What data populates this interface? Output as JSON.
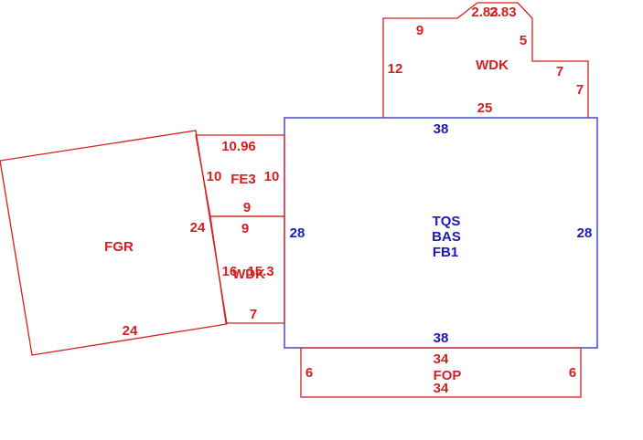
{
  "colors": {
    "red": "#d42020",
    "blue": "#1a1ab4"
  },
  "areas": {
    "main": {
      "lines": [
        "TQS",
        "BAS",
        "FB1"
      ],
      "top": "38",
      "bottom": "38",
      "left": "28",
      "right": "28"
    },
    "wdk_top": {
      "name": "WDK",
      "dims": [
        "9",
        "2.83",
        "2.83",
        "5",
        "7",
        "7",
        "12",
        "25"
      ]
    },
    "fe3": {
      "name": "FE3",
      "top": "10.96",
      "left": "10",
      "right": "10",
      "bottom": "9"
    },
    "wdk_small": {
      "name": "WDK",
      "top": "9",
      "left": "16",
      "mid": "15.3",
      "bottom": "7"
    },
    "fgr": {
      "name": "FGR",
      "right": "24",
      "bottom": "24"
    },
    "fop": {
      "name": "FOP",
      "top": "34",
      "bottom": "34",
      "left": "6",
      "right": "6"
    }
  }
}
